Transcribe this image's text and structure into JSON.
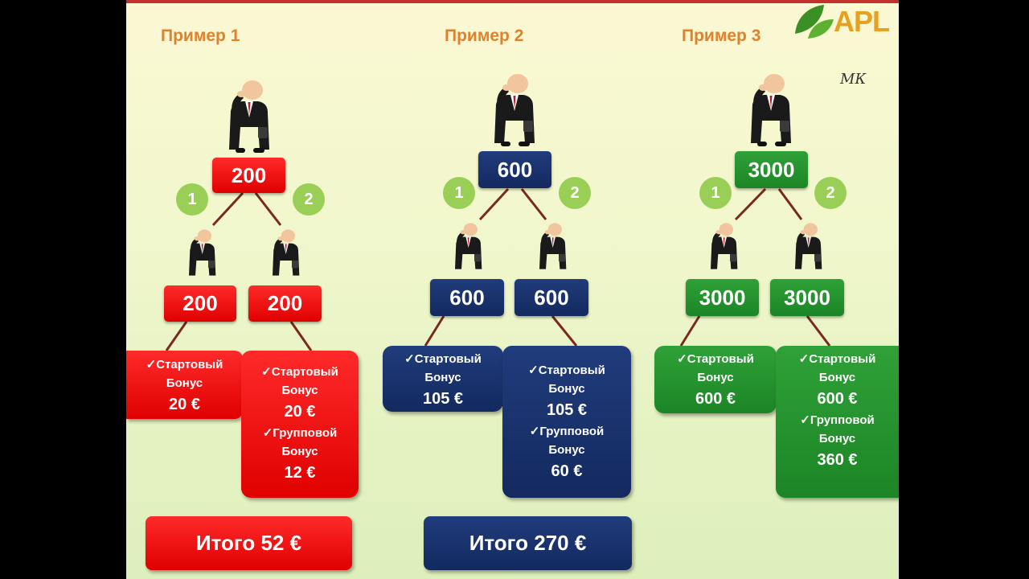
{
  "logo": {
    "text": "APL",
    "subtext": "МК"
  },
  "check": "✓",
  "examples": [
    {
      "title": "Пример 1",
      "top_value": "200",
      "left_label": "1",
      "right_label": "2",
      "child_left_value": "200",
      "child_right_value": "200",
      "left_box": {
        "line1": "Стартовый",
        "line2": "Бонус",
        "amount": "20 €"
      },
      "right_box": {
        "line1": "Стартовый",
        "line2": "Бонус",
        "amount": "20 €",
        "line3": "Групповой",
        "line4": "Бонус",
        "amount2": "12 €"
      },
      "total": "Итого 52 €"
    },
    {
      "title": "Пример 2",
      "top_value": "600",
      "left_label": "1",
      "right_label": "2",
      "child_left_value": "600",
      "child_right_value": "600",
      "left_box": {
        "line1": "Стартовый",
        "line2": "Бонус",
        "amount": "105 €"
      },
      "right_box": {
        "line1": "Стартовый",
        "line2": "Бонус",
        "amount": "105 €",
        "line3": "Групповой",
        "line4": "Бонус",
        "amount2": "60 €"
      },
      "total": "Итого 270 €"
    },
    {
      "title": "Пример 3",
      "top_value": "3000",
      "left_label": "1",
      "right_label": "2",
      "child_left_value": "3000",
      "child_right_value": "3000",
      "left_box": {
        "line1": "Стартовый",
        "line2": "Бонус",
        "amount": "600 €"
      },
      "right_box": {
        "line1": "Стартовый",
        "line2": "Бонус",
        "amount": "600 €",
        "line3": "Групповой",
        "line4": "Бонус",
        "amount2": "360 €"
      }
    }
  ],
  "colors": {
    "red": "#ee0f0f",
    "blue": "#182f6a",
    "green": "#249330",
    "circle": "#99cf57",
    "line": "#7a2a20",
    "title": "#e0812d"
  }
}
